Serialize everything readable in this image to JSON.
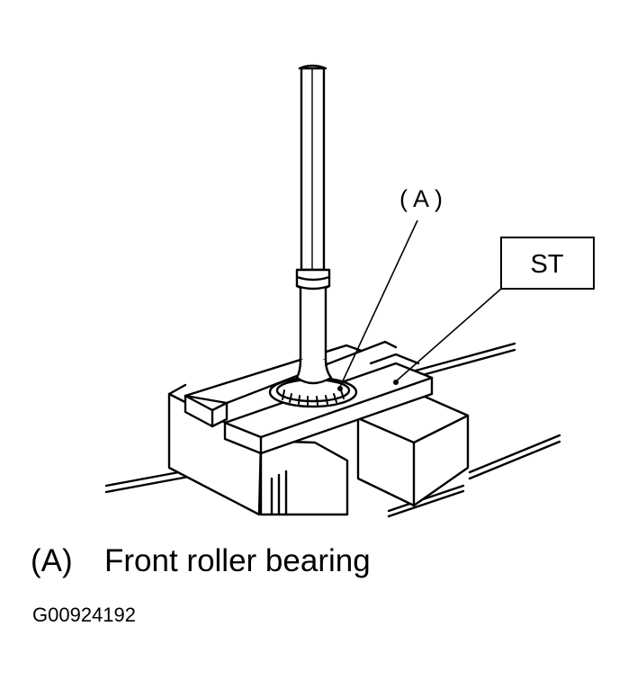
{
  "diagram": {
    "callout_a": "( A )",
    "callout_st": "ST"
  },
  "legend": {
    "key": "(A)",
    "text": "Front roller bearing"
  },
  "figure_id": "G00924192"
}
